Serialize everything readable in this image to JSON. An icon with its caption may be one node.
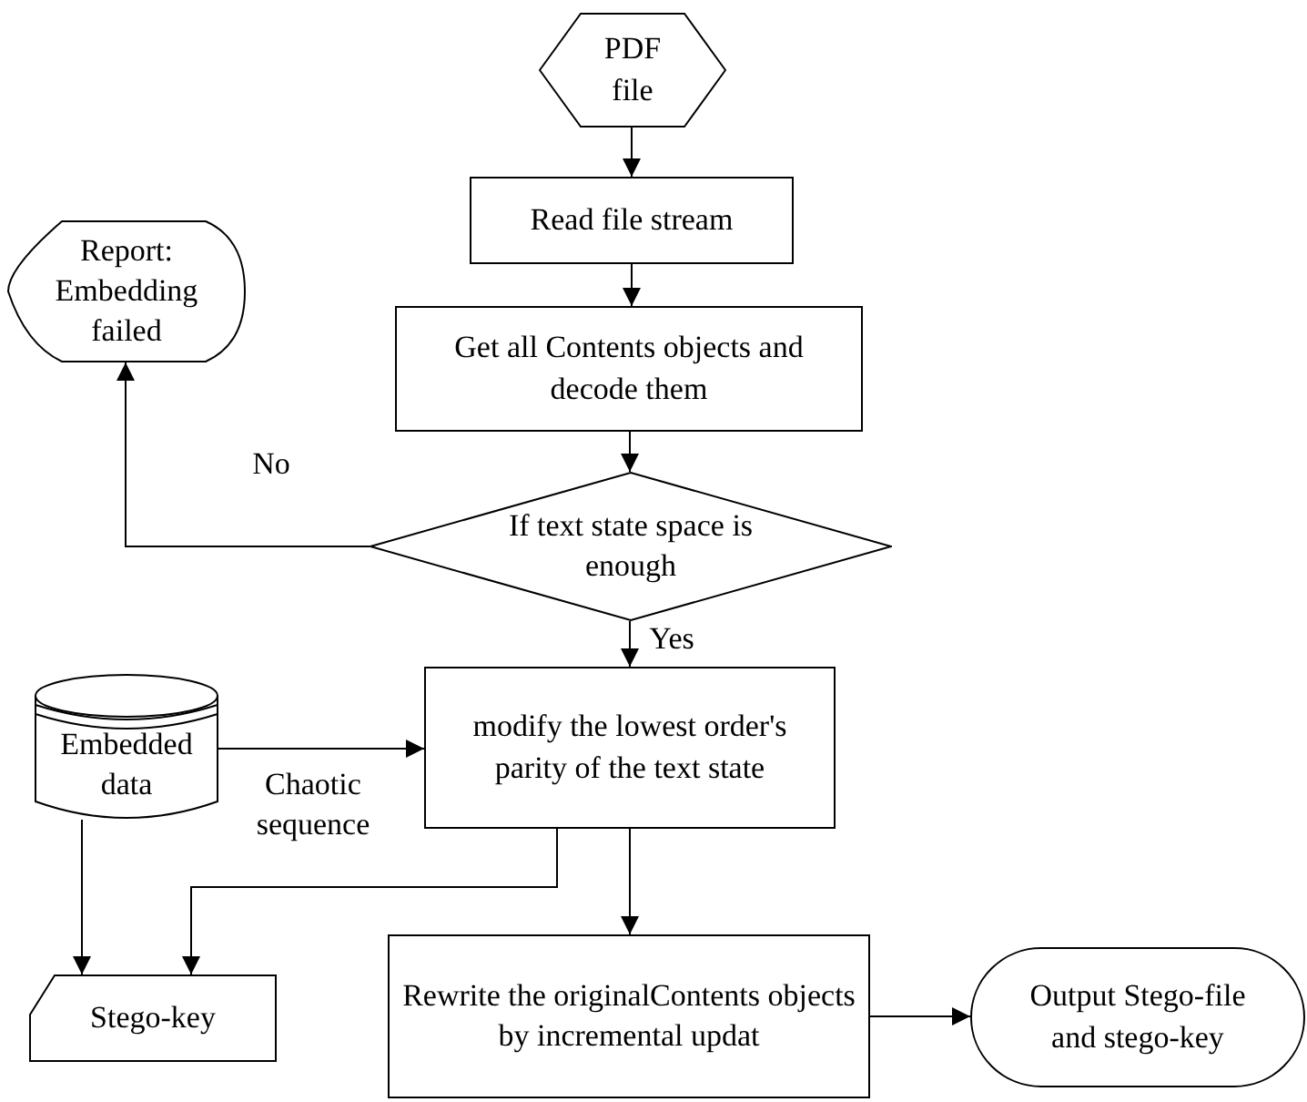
{
  "diagram": {
    "nodes": [
      {
        "text": [
          "PDF file"
        ]
      },
      {
        "text": [
          "Read file stream"
        ]
      },
      {
        "text": [
          "Get all Contents objects and decode them"
        ]
      },
      {
        "text": [
          "If text state space is enough"
        ]
      },
      {
        "text": [
          "Report: Embedding failed"
        ]
      },
      {
        "text": [
          "Embedded data"
        ]
      },
      {
        "text": [
          "modify the lowest order's parity of the text state"
        ]
      },
      {
        "text": [
          "Stego-key"
        ]
      },
      {
        "text": [
          "Rewrite the originalContents objects by incremental updat"
        ]
      },
      {
        "text": [
          "Output Stego-file and stego-key"
        ]
      }
    ],
    "edges": [
      {
        "from": 0,
        "to": 1,
        "arrow": "to"
      },
      {
        "from": 1,
        "to": 2,
        "arrow": "to"
      },
      {
        "from": 2,
        "to": 3,
        "arrow": "to"
      },
      {
        "from": 3,
        "to": 4,
        "arrow": "to",
        "label": "No"
      },
      {
        "from": 3,
        "to": 6,
        "arrow": "to",
        "label": "Yes"
      },
      {
        "from": 5,
        "to": 6,
        "arrow": "to",
        "label": "Chaotic sequence"
      },
      {
        "from": 5,
        "to": 7,
        "arrow": "to"
      },
      {
        "from": 6,
        "to": 7,
        "arrow": "to"
      },
      {
        "from": 6,
        "to": 8,
        "arrow": "to"
      },
      {
        "from": 8,
        "to": 9,
        "arrow": "to"
      }
    ]
  }
}
